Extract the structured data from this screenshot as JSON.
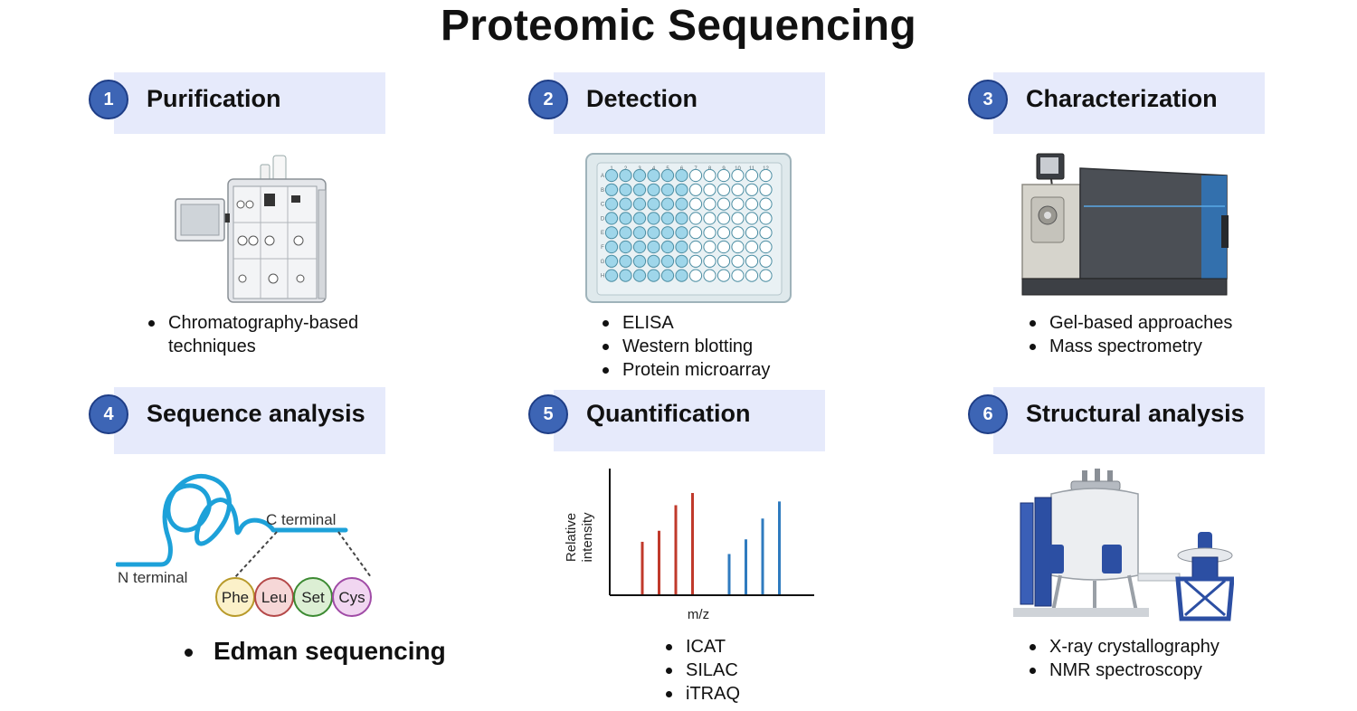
{
  "title": "Proteomic Sequencing",
  "steps": [
    {
      "number": "1",
      "heading": "Purification",
      "bullets": [
        "Chromatography-based techniques"
      ]
    },
    {
      "number": "2",
      "heading": "Detection",
      "bullets": [
        "ELISA",
        "Western blotting",
        "Protein microarray"
      ]
    },
    {
      "number": "3",
      "heading": "Characterization",
      "bullets": [
        "Gel-based approaches",
        "Mass spectrometry"
      ]
    },
    {
      "number": "4",
      "heading": "Sequence analysis",
      "bullets": [
        "Edman sequencing"
      ]
    },
    {
      "number": "5",
      "heading": "Quantification",
      "bullets": [
        "ICAT",
        "SILAC",
        "iTRAQ"
      ]
    },
    {
      "number": "6",
      "heading": "Structural analysis",
      "bullets": [
        "X-ray crystallography",
        "NMR spectroscopy"
      ]
    }
  ],
  "plate": {
    "columns": [
      "1",
      "2",
      "3",
      "4",
      "5",
      "6",
      "7",
      "8",
      "9",
      "10",
      "11",
      "12"
    ],
    "rows": [
      "A",
      "B",
      "C",
      "D",
      "E",
      "F",
      "G",
      "H"
    ],
    "filled_columns": 6,
    "fill_color": "#9fd6ea"
  },
  "sequence": {
    "n_terminal": "N terminal",
    "c_terminal": "C terminal",
    "residues": [
      {
        "label": "Phe",
        "fill": "#fbf1c9",
        "stroke": "#b89a2a"
      },
      {
        "label": "Leu",
        "fill": "#f6d7d7",
        "stroke": "#b44848"
      },
      {
        "label": "Set",
        "fill": "#dcefd4",
        "stroke": "#3c8a32"
      },
      {
        "label": "Cys",
        "fill": "#f1d6f1",
        "stroke": "#a04ba6"
      }
    ]
  },
  "spectrum": {
    "y_label_line1": "Relative",
    "y_label_line2": "intensity",
    "x_label": "m/z",
    "series": [
      {
        "color": "#c0392b",
        "intensities": [
          0.43,
          0.52,
          0.73,
          0.83
        ]
      },
      {
        "color": "#2f7bbf",
        "intensities": [
          0.33,
          0.45,
          0.62,
          0.76
        ]
      }
    ]
  },
  "colors": {
    "accent": "#3d65b5",
    "band": "#e6eafb",
    "strand": "#1da1d9"
  }
}
